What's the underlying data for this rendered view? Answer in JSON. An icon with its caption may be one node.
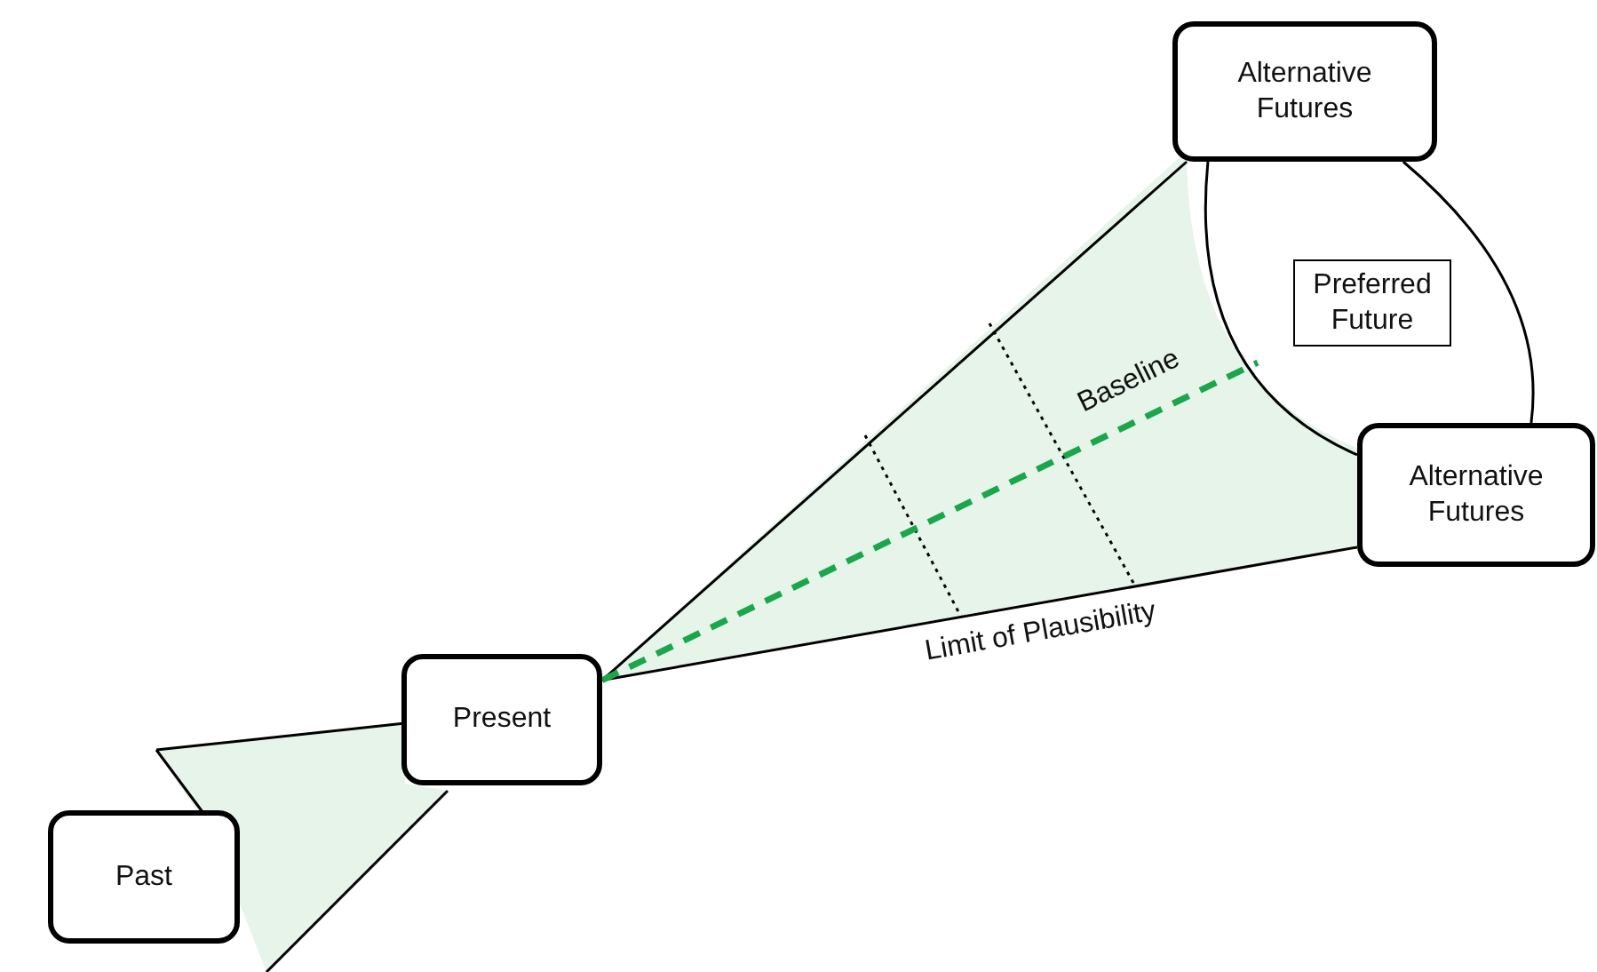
{
  "diagram": {
    "nodes": [
      {
        "text": [
          "Past"
        ]
      },
      {
        "text": [
          "Present"
        ]
      },
      {
        "text": [
          "Alternative Futures"
        ]
      },
      {
        "text": [
          "Preferred Future"
        ]
      },
      {
        "text": [
          "Alternative Futures"
        ]
      }
    ],
    "edges": [
      {
        "from": 1,
        "to": 2,
        "arrow": "none"
      },
      {
        "from": 1,
        "to": 4,
        "arrow": "none"
      },
      {
        "from": 2,
        "to": 4,
        "arrow": "none"
      },
      {
        "from": 2,
        "to": 4,
        "arrow": "none"
      },
      {
        "from": 1,
        "to": null,
        "arrow": "none",
        "label": "Baseline",
        "style": "dashed",
        "color": "#1aa64a"
      }
    ],
    "labels": [
      "Limit of Plausibility"
    ]
  }
}
